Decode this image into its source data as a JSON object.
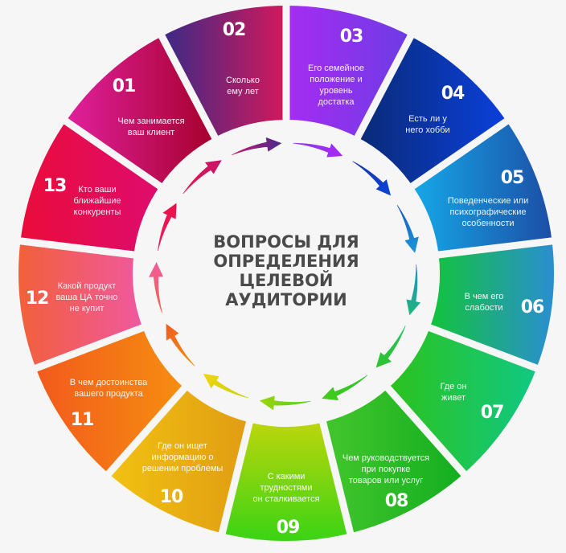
{
  "title": "ВОПРОСЫ ДЛЯ\nОПРЕДЕЛЕНИЯ\nЦЕЛЕВОЙ\nАУДИТОРИИ",
  "colors": {
    "background": "#f6f6f6",
    "title": "#4a4a4a",
    "label_text": "#ffffff"
  },
  "segments": [
    {
      "number": "01",
      "text": "Чем занимается\nваш клиент",
      "gradient": "horizontal",
      "colors": [
        "#e0209c",
        "#a6002c"
      ],
      "arrow_colors": [
        "#e8124c",
        "#c4166a"
      ]
    },
    {
      "number": "02",
      "text": "Сколько\nему лет",
      "gradient": "horizontal",
      "colors": [
        "#3a2a86",
        "#d4185a"
      ],
      "arrow_colors": [
        "#c8186c",
        "#4a2a8c"
      ]
    },
    {
      "number": "03",
      "text": "Его семейное\nположение и\nуровень\nдостатка",
      "gradient": "horizontal",
      "colors": [
        "#a62cf2",
        "#6c3ce4"
      ],
      "arrow_colors": [
        "#8c3cee",
        "#a828f2"
      ]
    },
    {
      "number": "04",
      "text": "Есть ли у\nнего хобби",
      "gradient": "horizontal",
      "colors": [
        "#0a2a76",
        "#0a40dc"
      ],
      "arrow_colors": [
        "#1a34a8",
        "#0a44d8"
      ]
    },
    {
      "number": "05",
      "text": "Поведенческие или\nпсихографические\nособенности",
      "gradient": "horizontal",
      "colors": [
        "#16a8e8",
        "#1c4ea6"
      ],
      "arrow_colors": [
        "#1a58c0",
        "#1a96d8"
      ]
    },
    {
      "number": "06",
      "text": "В чем его\nслабости",
      "gradient": "horizontal",
      "colors": [
        "#12c43a",
        "#2a8ed2"
      ],
      "arrow_colors": [
        "#208ecc",
        "#20b47a"
      ]
    },
    {
      "number": "07",
      "text": "Где он\nживет",
      "gradient": "horizontal",
      "colors": [
        "#2cc21c",
        "#10c884"
      ],
      "arrow_colors": [
        "#20c060",
        "#30c42c"
      ]
    },
    {
      "number": "08",
      "text": "Чем руководствуется\nпри покупке\nтоваров или услуг",
      "gradient": "horizontal",
      "colors": [
        "#44c62c",
        "#12ae20"
      ],
      "arrow_colors": [
        "#2ec22e",
        "#44cc1c"
      ]
    },
    {
      "number": "09",
      "text": "С какими\nтрудностями\nон сталкивается",
      "gradient": "vertical",
      "colors": [
        "#bcd60c",
        "#3ad414"
      ],
      "arrow_colors": [
        "#4ed01c",
        "#9ed40e"
      ]
    },
    {
      "number": "10",
      "text": "Где он ищет\nинформацию о\nрешении проблемы",
      "gradient": "horizontal",
      "colors": [
        "#f2c212",
        "#e09c12"
      ],
      "arrow_colors": [
        "#c4d214",
        "#f2d40e"
      ]
    },
    {
      "number": "11",
      "text": "В чем достоинства\nвашего продукта",
      "gradient": "horizontal",
      "colors": [
        "#f25a1c",
        "#f68e10"
      ],
      "arrow_colors": [
        "#f29212",
        "#f05c20"
      ]
    },
    {
      "number": "12",
      "text": "Какой продукт\nваша ЦА точно\nне купит",
      "gradient": "horizontal",
      "colors": [
        "#f2603a",
        "#f058a0"
      ],
      "arrow_colors": [
        "#f26448",
        "#f05c9e"
      ]
    },
    {
      "number": "13",
      "text": "Кто ваши\nближайшие\nконкуренты",
      "gradient": "horizontal",
      "colors": [
        "#ea0c3a",
        "#de0c6e"
      ],
      "arrow_colors": [
        "#f01e5a",
        "#e8104a"
      ]
    }
  ]
}
